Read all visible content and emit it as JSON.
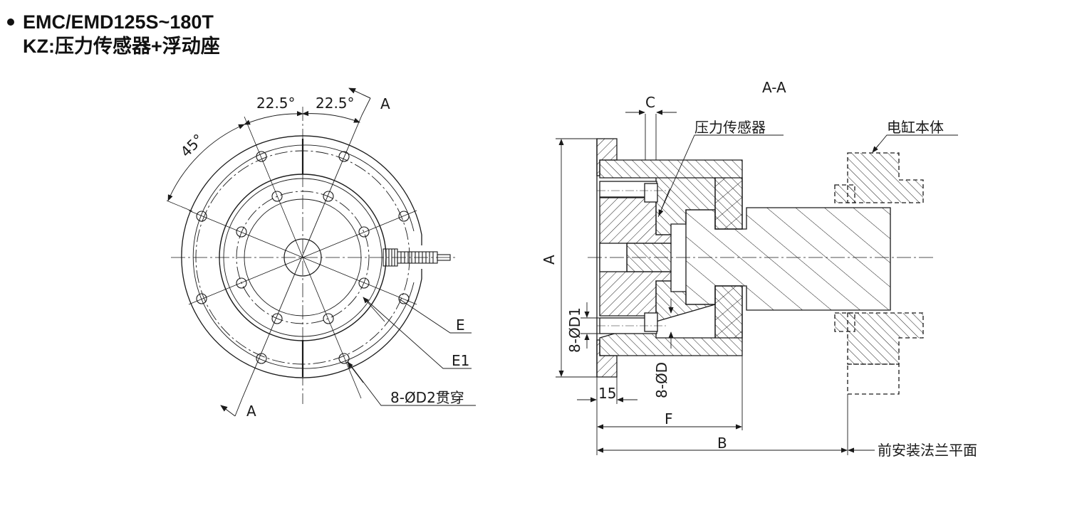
{
  "header": {
    "model_line": "EMC/EMD125S~180T",
    "sub_line": "KZ:压力传感器+浮动座"
  },
  "front_view": {
    "angle_left": "22.5°",
    "angle_right": "22.5°",
    "angle_45": "45°",
    "section_top": "A",
    "section_bottom": "A",
    "label_e": "E",
    "label_e1": "E1",
    "label_holes": "8-ØD2贯穿"
  },
  "section_view": {
    "title": "A-A",
    "dim_c": "C",
    "label_sensor": "压力传感器",
    "label_body": "电缸本体",
    "dim_a": "A",
    "dim_d1": "8-ØD1",
    "dim_d": "8-ØD",
    "dim_15": "15",
    "dim_f": "F",
    "dim_b": "B",
    "label_flange": "前安装法兰平面"
  },
  "colors": {
    "line": "#1a1a1a",
    "background": "#ffffff"
  }
}
